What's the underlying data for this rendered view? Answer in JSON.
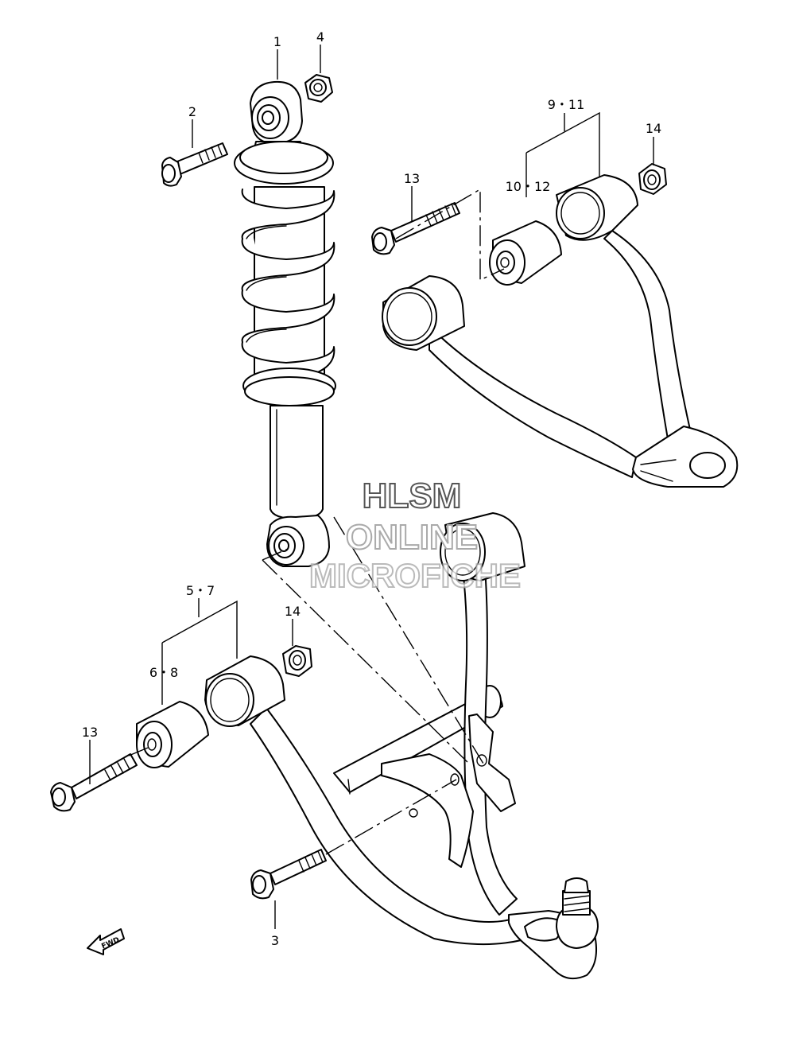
{
  "callouts": {
    "c1": "1",
    "c2": "2",
    "c3": "3",
    "c4": "4",
    "c5_7": "5・7",
    "c6_8": "6・8",
    "c9_11": "9・11",
    "c10_12": "10・12",
    "c13_upper": "13",
    "c13_lower": "13",
    "c14_upper": "14",
    "c14_lower": "14"
  },
  "watermark": {
    "line1": "HLSM",
    "line2": "ONLINE",
    "line3": "MICROFICHE"
  },
  "fwd_label": "FWD"
}
